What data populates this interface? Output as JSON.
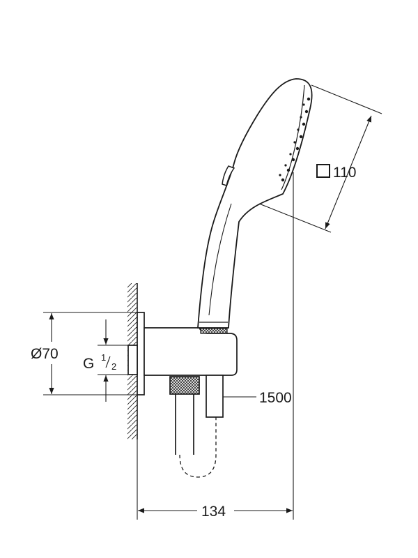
{
  "dimensions": {
    "head_square_symbol": "☐",
    "head_size": "110",
    "outlet_diameter_symbol": "Ø",
    "outlet_diameter": "70",
    "thread_letter": "G",
    "thread_numerator": "1",
    "thread_denominator": "2",
    "hose_length": "1500",
    "projection": "134"
  }
}
